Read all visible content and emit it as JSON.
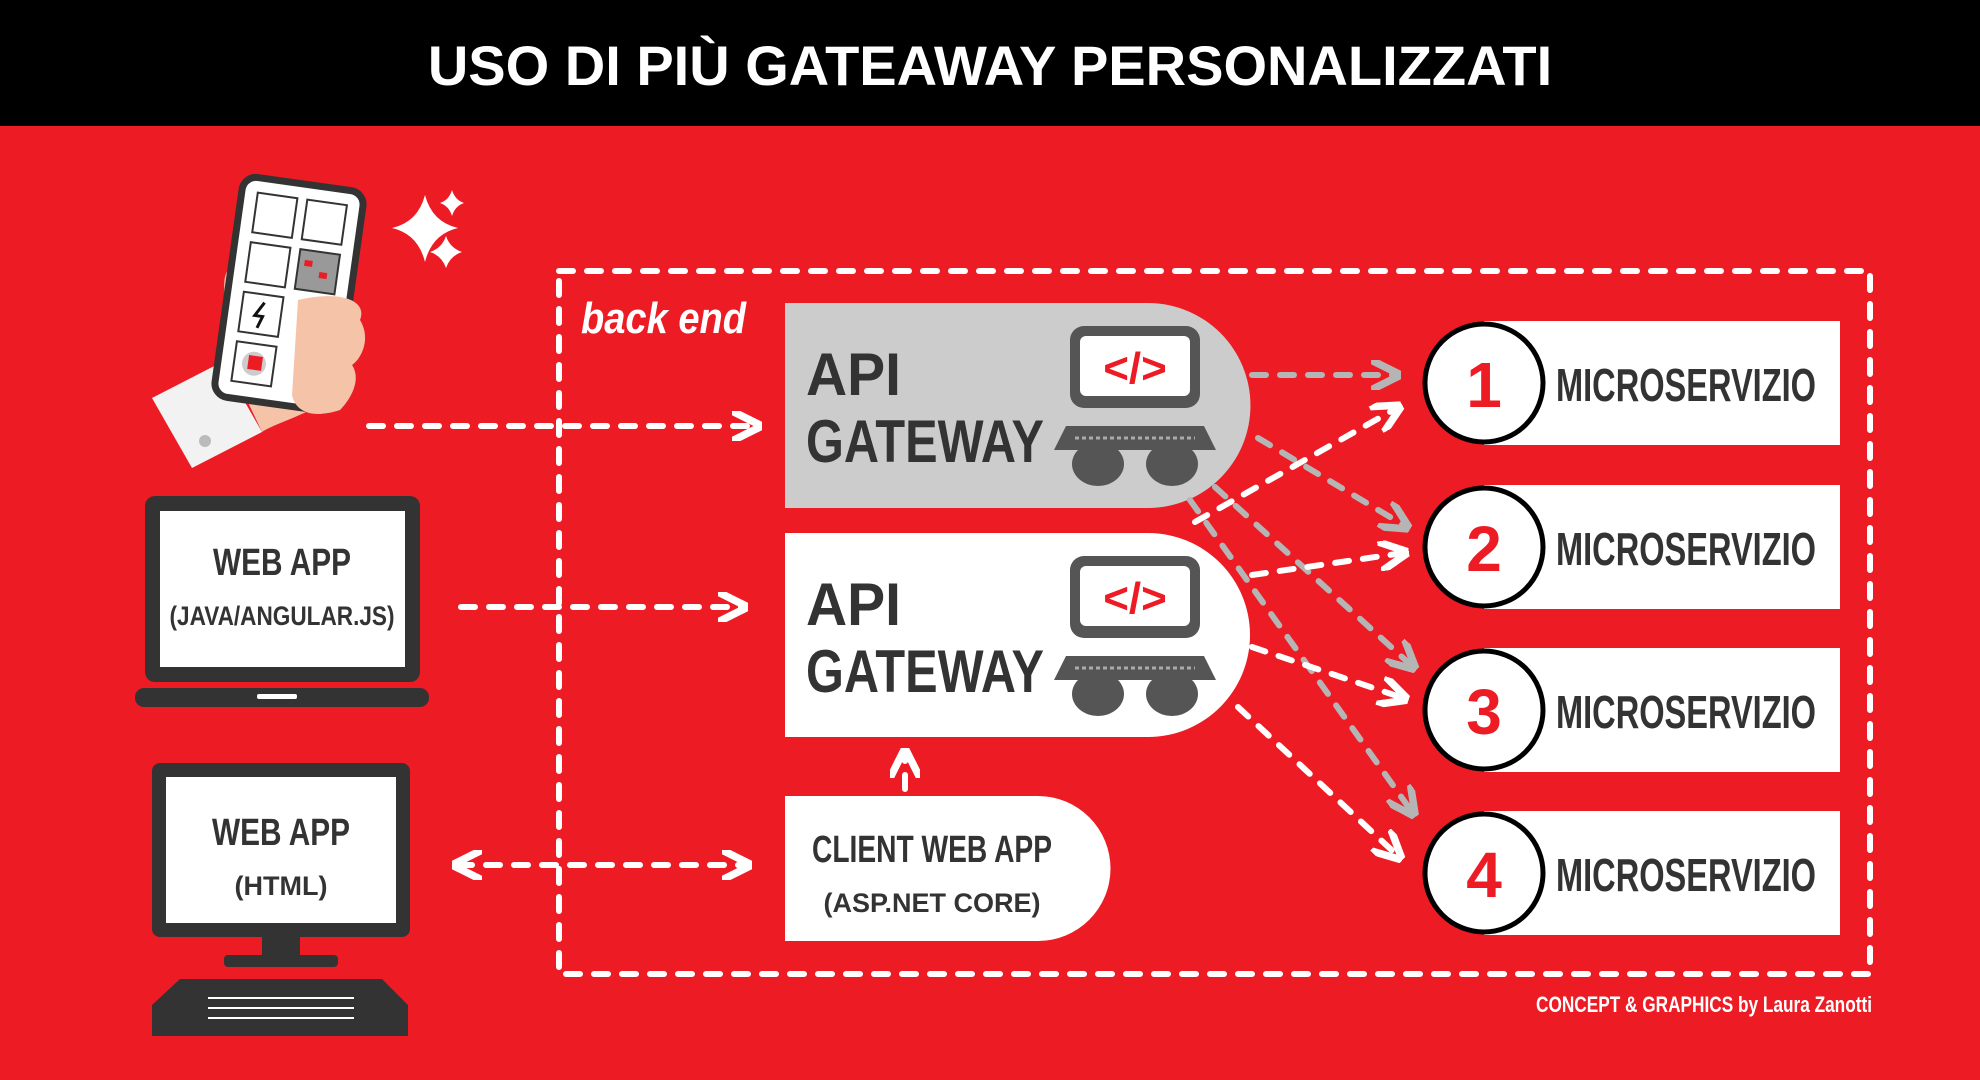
{
  "header": {
    "title": "USO DI PIÙ GATEAWAY PERSONALIZZATI"
  },
  "backend": {
    "label": "back end"
  },
  "gateways": [
    {
      "line1": "API",
      "line2": "GATEWAY",
      "code_glyph": "</>",
      "icon": "coder-at-computer-icon"
    },
    {
      "line1": "API",
      "line2": "GATEWAY",
      "code_glyph": "</>",
      "icon": "coder-at-computer-icon"
    }
  ],
  "client_web_app": {
    "title": "CLIENT WEB APP",
    "subtitle": "(ASP.NET CORE)"
  },
  "clients": {
    "laptop": {
      "title": "WEB APP",
      "subtitle": "(JAVA/ANGULAR.JS)"
    },
    "desktop": {
      "title": "WEB APP",
      "subtitle": "(HTML)"
    },
    "phone": {
      "icon": "smartphone-in-hand-icon"
    }
  },
  "microservices": [
    {
      "number": "1",
      "label": "MICROSERVIZIO"
    },
    {
      "number": "2",
      "label": "MICROSERVIZIO"
    },
    {
      "number": "3",
      "label": "MICROSERVIZIO"
    },
    {
      "number": "4",
      "label": "MICROSERVIZIO"
    }
  ],
  "credits": "CONCEPT & GRAPHICS by Laura Zanotti",
  "colors": {
    "background": "#ED1C24",
    "header": "#000000",
    "dark": "#333333",
    "gateway_gray": "#CCCCCC",
    "arrow_gray": "#B5B5B5"
  }
}
